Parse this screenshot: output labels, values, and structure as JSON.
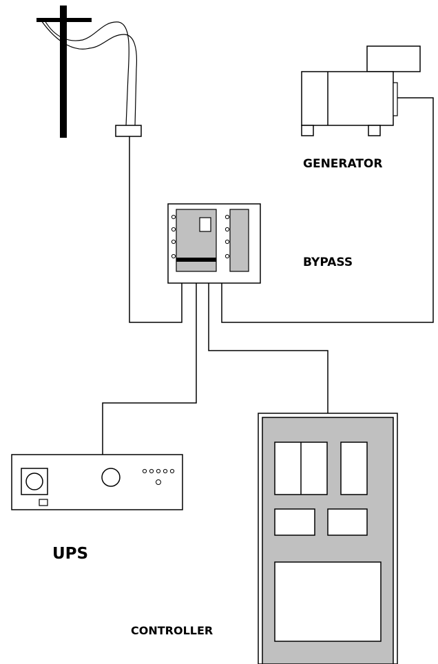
{
  "labels": {
    "generator": "GENERATOR",
    "bypass": "BYPASS",
    "ups": "UPS",
    "controller": "CONTROLLER"
  },
  "colors": {
    "line": "#000000",
    "panel_fill": "#c0c0c0",
    "background": "#ffffff"
  }
}
